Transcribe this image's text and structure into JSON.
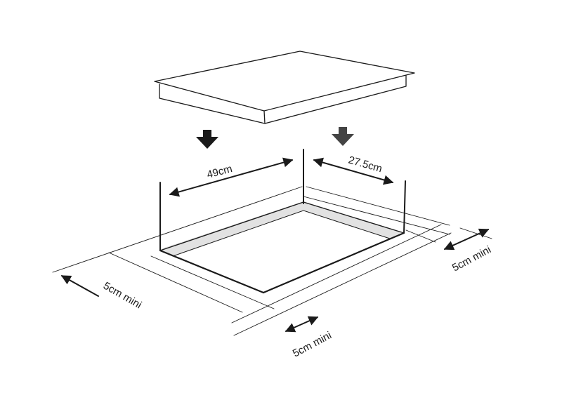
{
  "labels": {
    "width": "49cm",
    "depth": "27.5cm",
    "clearance_left": "5cm mini",
    "clearance_front": "5cm mini",
    "clearance_right": "5cm mini"
  },
  "colors": {
    "line": "#1a1a1a",
    "arrow_fill": "#1a1a1a",
    "arrow_fill_right": "#444444",
    "ledge_fill": "#e2e2e2",
    "surface_fill": "#ffffff"
  },
  "icons": [
    "arrow-down-icon",
    "arrow-down-icon"
  ]
}
